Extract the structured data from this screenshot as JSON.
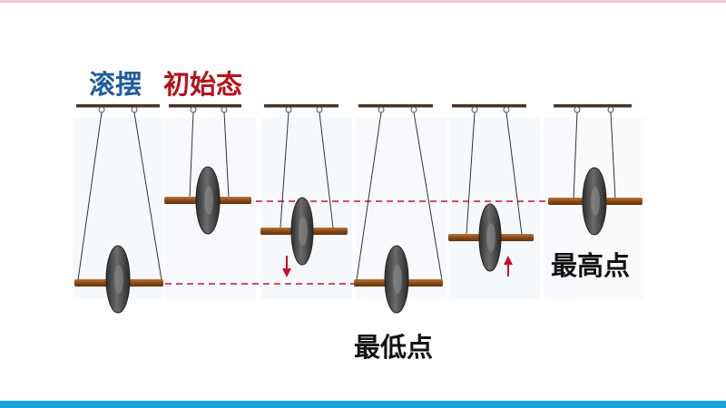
{
  "title": {
    "main": "滚摆",
    "sub": "初始态"
  },
  "labels": {
    "lowest": "最低点",
    "highest": "最高点"
  },
  "colors": {
    "title_main": "#1f5d9c",
    "title_sub": "#b5121b",
    "reference_line": "#c8102e",
    "arrow": "#c8102e",
    "axle": "#8a4b1a",
    "disk": "#4a4a4a",
    "ceiling": "#4a3326",
    "string": "#333333",
    "footer_bar": "#1ca3dc"
  },
  "frames": [
    {
      "state": "lowest",
      "arrow": "none"
    },
    {
      "state": "initial",
      "arrow": "none"
    },
    {
      "state": "falling",
      "arrow": "down"
    },
    {
      "state": "lowest",
      "arrow": "none"
    },
    {
      "state": "rising",
      "arrow": "up"
    },
    {
      "state": "highest",
      "arrow": "none"
    }
  ]
}
